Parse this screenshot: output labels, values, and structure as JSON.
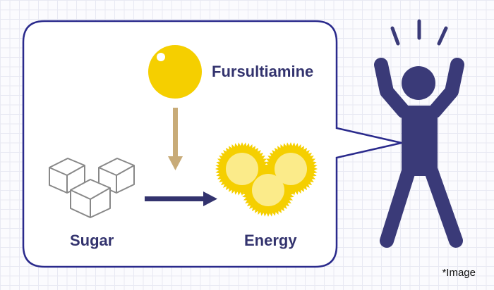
{
  "labels": {
    "fursultiamine": "Fursultiamine",
    "sugar": "Sugar",
    "energy": "Energy",
    "note": "*Image"
  },
  "colors": {
    "navy": "#33336e",
    "border": "#2a2a8c",
    "yellow": "#f5cf00",
    "light_yellow": "#fbeb8a",
    "brown_arrow": "#c8ab78"
  }
}
